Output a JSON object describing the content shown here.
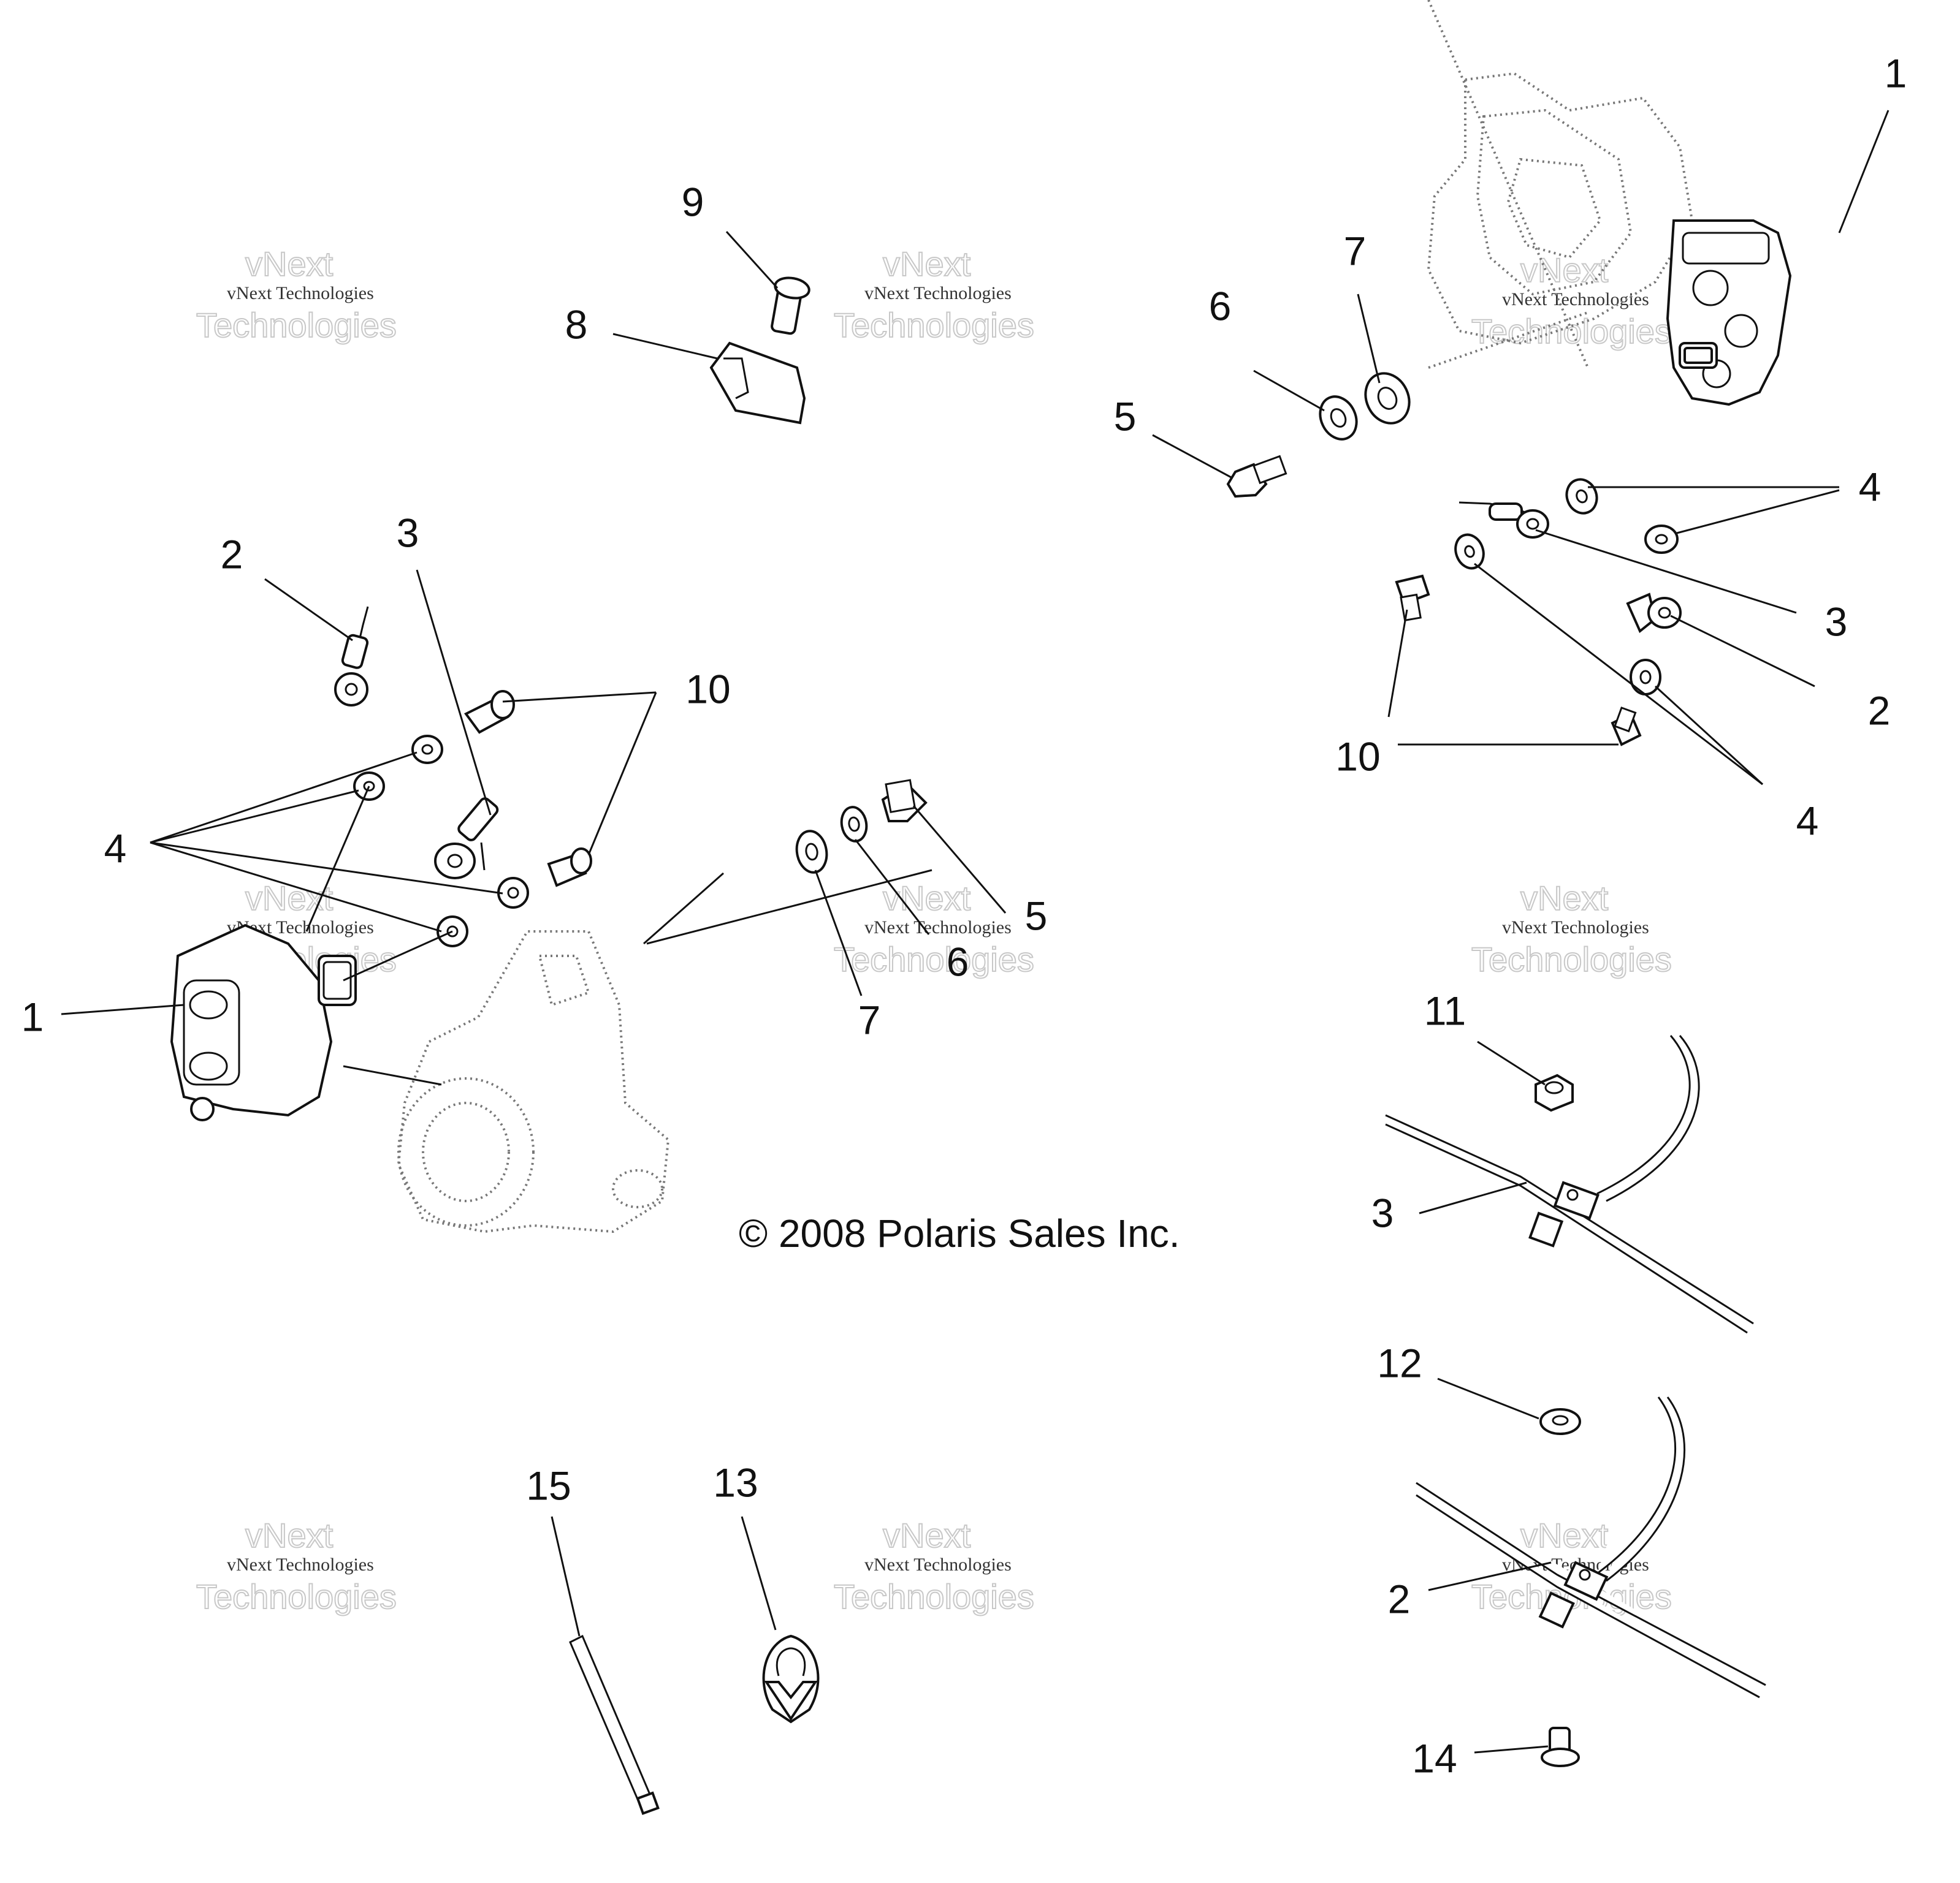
{
  "diagram": {
    "copyright": "© 2008 Polaris Sales Inc.",
    "watermark": {
      "line1": "vNext Technologies",
      "big1": "vNext",
      "big2": "Technologies"
    },
    "callouts": {
      "c1_right": "1",
      "c4_right": "4",
      "c3_right": "3",
      "c2_right": "2",
      "c4_right_low": "4",
      "c10_right": "10",
      "c5_top": "5",
      "c6_top": "6",
      "c7_top": "7",
      "c9": "9",
      "c8": "8",
      "c2_left": "2",
      "c3_left": "3",
      "c10_left": "10",
      "c4_left": "4",
      "c1_left": "1",
      "c5_mid": "5",
      "c6_mid": "6",
      "c7_mid": "7",
      "c11": "11",
      "c3_cable": "3",
      "c12": "12",
      "c2_cable": "2",
      "c14": "14",
      "c15": "15",
      "c13": "13"
    }
  }
}
